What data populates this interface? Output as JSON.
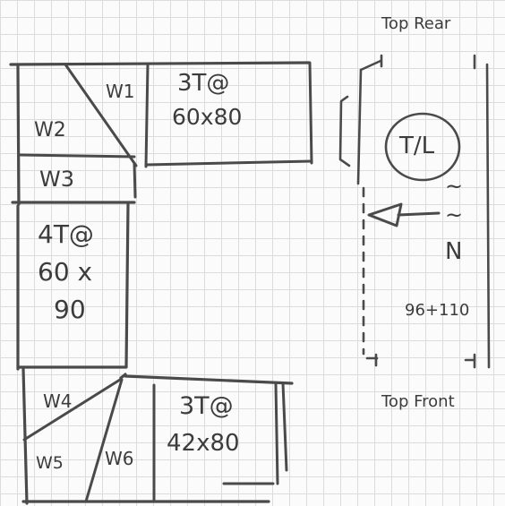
{
  "plan": {
    "wedges": [
      "W1",
      "W2",
      "W3",
      "W4",
      "W5",
      "W6"
    ],
    "tables": [
      {
        "name": "3T@",
        "size": "60x80"
      },
      {
        "name": "4T@",
        "size_line1": "60 x",
        "size_line2": "90"
      },
      {
        "name": "3T@",
        "size": "42x80"
      }
    ]
  },
  "side": {
    "top_rear": "Top Rear",
    "top_front": "Top Front",
    "circle_label": "T/L",
    "length": "96+110"
  },
  "colors": {
    "ink": "#4a4a4a",
    "paper": "#fbfbfb",
    "grid": "#dcdcdc"
  }
}
